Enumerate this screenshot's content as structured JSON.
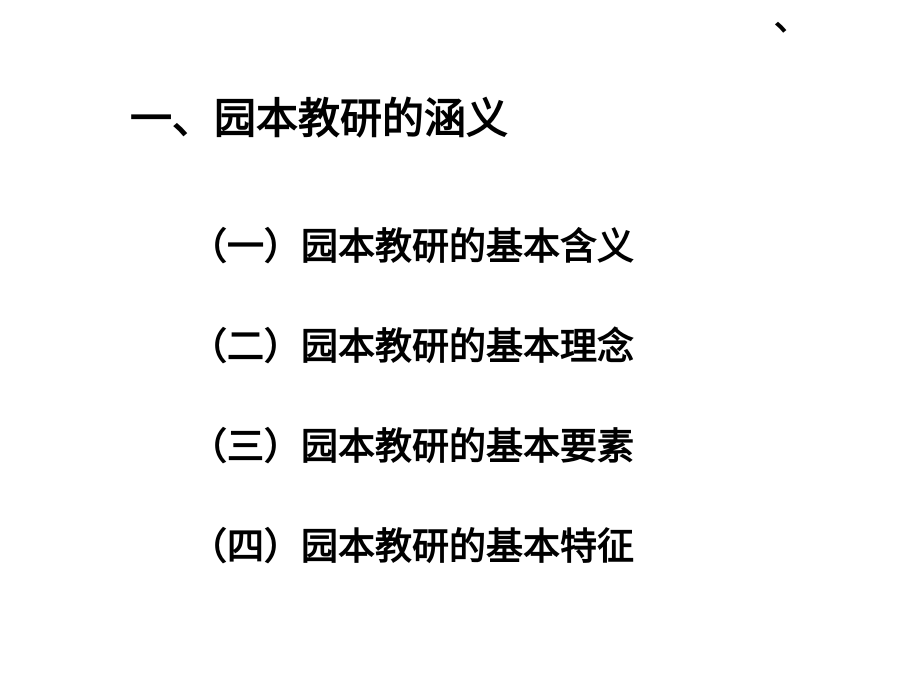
{
  "slide": {
    "corner_mark": "、",
    "title": "一、园本教研的涵义",
    "items": [
      {
        "label": "（一）园本教研的基本含义"
      },
      {
        "label": "（二）园本教研的基本理念"
      },
      {
        "label": "（三）园本教研的基本要素"
      },
      {
        "label": "（四）园本教研的基本特征"
      }
    ]
  }
}
